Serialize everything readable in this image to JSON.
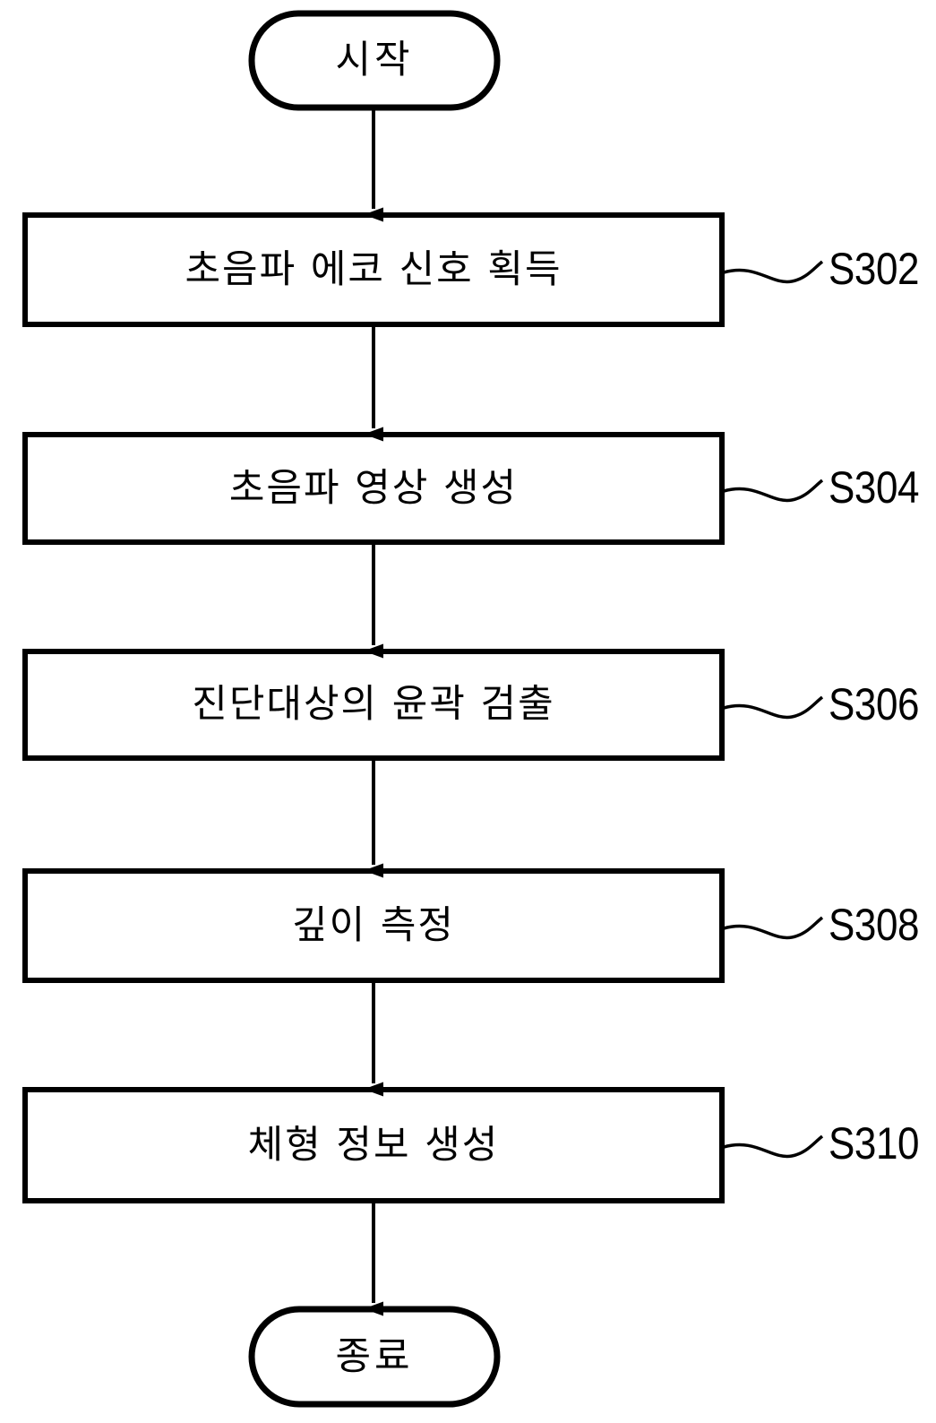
{
  "diagram": {
    "title": "Ultrasound body-shape information flowchart",
    "stroke_color": "#000000",
    "background_color": "#ffffff",
    "start_node": {
      "label": "시작",
      "shape": "stadium"
    },
    "end_node": {
      "label": "종료",
      "shape": "stadium"
    },
    "steps": [
      {
        "label": "초음파 에코 신호 획득",
        "ref": "S302"
      },
      {
        "label": "초음파 영상 생성",
        "ref": "S304"
      },
      {
        "label": "진단대상의 윤곽 검출",
        "ref": "S306"
      },
      {
        "label": "깊이 측정",
        "ref": "S308"
      },
      {
        "label": "체형 정보 생성",
        "ref": "S310"
      }
    ]
  }
}
